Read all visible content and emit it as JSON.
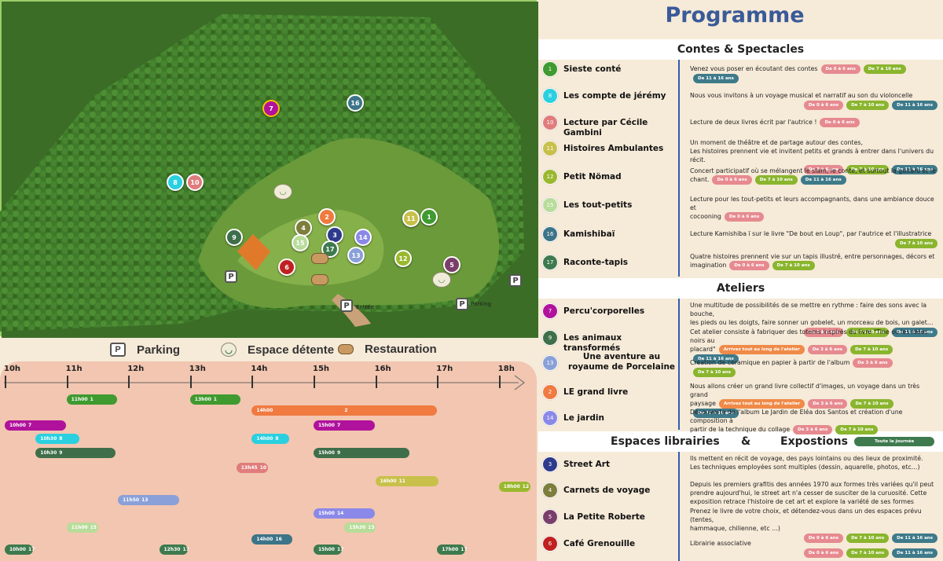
{
  "map": {
    "pins": [
      {
        "n": "1",
        "color": "#3f9a2f"
      },
      {
        "n": "2",
        "color": "#f07a40"
      },
      {
        "n": "3",
        "color": "#2e3b8c"
      },
      {
        "n": "4",
        "color": "#7d7d3c"
      },
      {
        "n": "5",
        "color": "#7a3e6a"
      },
      {
        "n": "6",
        "color": "#c02020"
      },
      {
        "n": "7",
        "color": "#b0129c"
      },
      {
        "n": "8",
        "color": "#2ad0e0"
      },
      {
        "n": "9",
        "color": "#3e6e4a"
      },
      {
        "n": "10",
        "color": "#e07c7c"
      },
      {
        "n": "11",
        "color": "#c8c04a"
      },
      {
        "n": "12",
        "color": "#9ab82e"
      },
      {
        "n": "13",
        "color": "#8aa0d8"
      },
      {
        "n": "14",
        "color": "#8a88e8"
      },
      {
        "n": "15",
        "color": "#b8dc9a"
      },
      {
        "n": "16",
        "color": "#3d7488"
      },
      {
        "n": "17",
        "color": "#3e7a4e"
      }
    ],
    "entree": "Entrée",
    "parking_label": "Parking",
    "p_symbol": "P"
  },
  "legend": {
    "parking": "Parking",
    "relax": "Espace détente",
    "food": "Restauration"
  },
  "timeline": {
    "hours": [
      "10h",
      "11h",
      "12h",
      "13h",
      "14h",
      "15h",
      "16h",
      "17h",
      "18h"
    ],
    "bars": [
      {
        "start": "11h00",
        "n": "1",
        "color": "#3f9a2f"
      },
      {
        "start": "13h00",
        "n": "1",
        "color": "#3f9a2f"
      },
      {
        "start": "14h00",
        "n": "2",
        "color": "#f07a40"
      },
      {
        "start": "10h00",
        "n": "7",
        "color": "#b0129c"
      },
      {
        "start": "15h00",
        "n": "7",
        "color": "#b0129c"
      },
      {
        "start": "10h30",
        "n": "8",
        "color": "#2ad0e0"
      },
      {
        "start": "14h00",
        "n": "8",
        "color": "#2ad0e0"
      },
      {
        "start": "10h30",
        "n": "9",
        "color": "#3e6e4a"
      },
      {
        "start": "15h00",
        "n": "9",
        "color": "#3e6e4a"
      },
      {
        "start": "13h45",
        "n": "10",
        "color": "#e07c7c"
      },
      {
        "start": "16h00",
        "n": "11",
        "color": "#c8c04a"
      },
      {
        "start": "18h00",
        "n": "12",
        "color": "#9ab82e"
      },
      {
        "start": "11h50",
        "n": "13",
        "color": "#8aa0d8"
      },
      {
        "start": "15h00",
        "n": "14",
        "color": "#8a88e8"
      },
      {
        "start": "11h00",
        "n": "15",
        "color": "#b8dc9a"
      },
      {
        "start": "15h30",
        "n": "15",
        "color": "#b8dc9a"
      },
      {
        "start": "14h00",
        "n": "16",
        "color": "#3d7488"
      },
      {
        "start": "10h00",
        "n": "17",
        "color": "#3e7a4e"
      },
      {
        "start": "12h30",
        "n": "17",
        "color": "#3e7a4e"
      },
      {
        "start": "15h00",
        "n": "17",
        "color": "#3e7a4e"
      },
      {
        "start": "17h00",
        "n": "17",
        "color": "#3e7a4e"
      }
    ]
  },
  "programme": {
    "title": "Programme",
    "sections": {
      "contes": "Contes & Spectacles",
      "ateliers": "Ateliers",
      "espaces_a": "Espaces librairies",
      "espaces_amp": "&",
      "espaces_b": "Expostions",
      "toute": "Toute la journée"
    },
    "tags": {
      "a06": "De 0 à 6 ans",
      "a36": "De 3 à 6 ans",
      "a710": "De 7 à 10 ans",
      "a1116": "De 11 à 16 ans",
      "arr": "Arrivez tout au long de l'atelier"
    },
    "items": [
      {
        "n": "1",
        "color": "#3f9a2f",
        "title": "Sieste conté",
        "desc": [
          "Venez vous poser en écoutant des contes"
        ]
      },
      {
        "n": "8",
        "color": "#2ad0e0",
        "title": "Les compte de jérémy",
        "desc": [
          "Nous vous invitons à un voyage musical et narratif au son du violoncelle"
        ]
      },
      {
        "n": "10",
        "color": "#e07c7c",
        "title": "Lecture par Cécile Gambini",
        "desc": [
          "Lecture de deux livres écrit par l'autrice !"
        ]
      },
      {
        "n": "11",
        "color": "#c8c04a",
        "title": "Histoires Ambulantes",
        "desc": [
          "Un moment de théâtre et de partage autour des contes,",
          "Les histoires prennent vie et invitent petits et grands à entrer dans l'univers du récit."
        ]
      },
      {
        "n": "12",
        "color": "#9ab82e",
        "title": "Petit Nömad",
        "desc": [
          "Concert participatif où se mélangent le slam, le conte, et surtout la guitare et le",
          "chant."
        ]
      },
      {
        "n": "15",
        "color": "#b8dc9a",
        "title": "Les tout-petits",
        "desc": [
          "Lecture pour les tout-petits et leurs accompagnants, dans une ambiance douce et",
          "cocooning"
        ]
      },
      {
        "n": "16",
        "color": "#3d7488",
        "title": "Kamishibaï",
        "desc": [
          "Lecture Kamishiba ï sur le livre \"De bout en Loup\", par l'autrice et l'illustratrice"
        ]
      },
      {
        "n": "17",
        "color": "#3e7a4e",
        "title": "Raconte-tapis",
        "desc": [
          "Quatre histoires prennent vie sur un tapis illustré, entre personnages, décors et",
          "imagination"
        ]
      },
      {
        "n": "7",
        "color": "#b0129c",
        "title": "Percu'corporelles",
        "desc": [
          "Une multitude de possibilités de se mettre en rythme : faire des sons avec la bouche,",
          "les pieds ou les doigts, faire sonner un gobelet, un morceau de bois, un galet…"
        ]
      },
      {
        "n": "9",
        "color": "#3e6e4a",
        "title": "Les animaux transformés",
        "desc": [
          "Cet atelier consiste à fabriquer des totems inspirés du livre \"Tine ou les idées noirs au",
          "placard\""
        ]
      },
      {
        "n": "13",
        "color": "#8aa0d8",
        "title": "Une aventure au royaume de Porcelaine",
        "desc": [
          "Création de céramique en papier à partir de l'album"
        ]
      },
      {
        "n": "2",
        "color": "#f07a40",
        "title": "LE grand livre",
        "desc": [
          "Nous allons créer un grand livre collectif d'images, un voyage dans un très grand",
          "paysage"
        ]
      },
      {
        "n": "14",
        "color": "#8a88e8",
        "title": "Le jardin",
        "desc": [
          "Découverte de l'album Le Jardin de Eléa dos Santos et création d'une composition à",
          "partir de la technique du collage"
        ]
      },
      {
        "n": "3",
        "color": "#2e3b8c",
        "title": "Street Art",
        "desc": [
          "Ils mettent en récit de voyage, des pays lointains ou des lieux de proximité.",
          "Les techniques employées sont multiples (dessin, aquarelle, photos, etc…)"
        ]
      },
      {
        "n": "4",
        "color": "#7d7d3c",
        "title": "Carnets de voyage",
        "desc": [
          "Depuis les premiers grafitis des années 1970 aux formes très variées qu'il peut",
          "prendre aujourd'hui, le street art n'a cesser de susciter de la curuosité. Cette",
          "exposition retrace l'histoire de cet art et explore la variété de ses formes"
        ]
      },
      {
        "n": "5",
        "color": "#7a3e6a",
        "title": "La Petite Roberte",
        "desc": [
          "Prenez le livre de votre choix, et détendez-vous dans un des espaces prévu (tentes,",
          "hammaque, chilienne, etc …)"
        ]
      },
      {
        "n": "6",
        "color": "#c02020",
        "title": "Café Grenouille",
        "desc": [
          "Librairie associative"
        ]
      }
    ]
  }
}
